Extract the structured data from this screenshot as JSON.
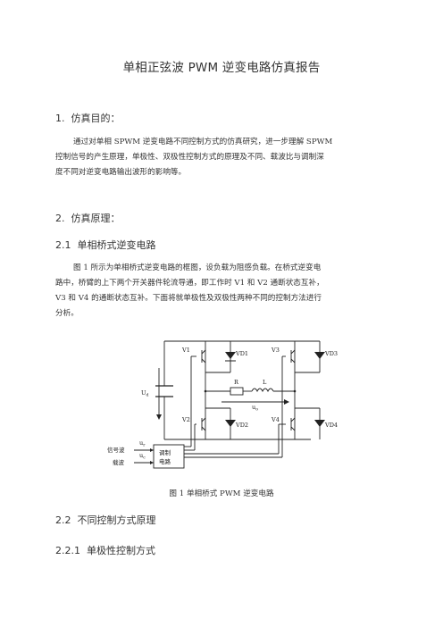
{
  "title": "单相正弦波 PWM 逆变电路仿真报告",
  "sections": {
    "s1": {
      "num": "1.",
      "heading": "仿真目的："
    },
    "s1_para": [
      "通过对单相 SPWM 逆变电路不同控制方式的仿真研究，进一步理解 SPWM",
      "控制信号的产生原理，单极性、双极性控制方式的原理及不同、载波比与调制深",
      "度不同对逆变电路输出波形的影响等。"
    ],
    "s2": {
      "num": "2.",
      "heading": "仿真原理："
    },
    "s21": {
      "num": "2.1",
      "heading": "单相桥式逆变电路"
    },
    "s21_para": [
      "图 1 所示为单相桥式逆变电路的框图，设负载为阻感负载。在桥式逆变电",
      "路中，桥臂的上下两个开关器件轮流导通，即工作时 V1 和 V2 通断状态互补，",
      "V3 和 V4 的通断状态互补。下面将就单极性及双极性两种不同的控制方法进行",
      "分析。"
    ],
    "s22": {
      "num": "2.2",
      "heading": "不同控制方式原理"
    },
    "s221": {
      "num": "2.2.1",
      "heading": "单极性控制方式"
    }
  },
  "figure": {
    "caption": "图 1  单相桥式 PWM 逆变电路",
    "labels": {
      "v1": "V1",
      "vd1": "VD1",
      "v3": "V3",
      "vd3": "VD3",
      "v2": "V2",
      "vd2": "VD2",
      "v4": "V4",
      "vd4": "VD4",
      "r": "R",
      "l": "L",
      "uo": "u",
      "uo_sub": "o",
      "ud": "U",
      "ud_sub": "d",
      "signal_wave": "信号波",
      "carrier_wave": "载波",
      "ur": "u",
      "ur_sub": "r",
      "uc": "u",
      "uc_sub": "c",
      "mod_line1": "调制",
      "mod_line2": "电路"
    }
  }
}
